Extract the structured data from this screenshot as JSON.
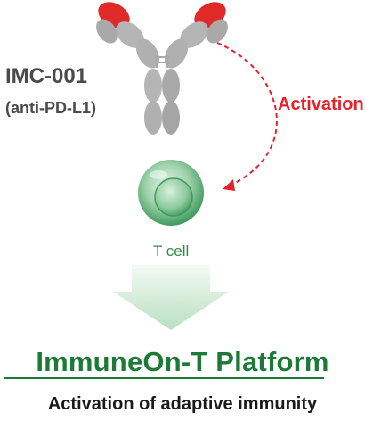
{
  "antibody": {
    "name": "IMC-001",
    "subname": "(anti-PD-L1)"
  },
  "arrow_label": "Activation",
  "cell_label": "T cell",
  "platform_title": "ImmuneOn-T Platform",
  "subtitle": "Activation of adaptive immunity",
  "colors": {
    "antibody_gray": "#b5b5b5",
    "antibody_tip_red": "#e02a2a",
    "activation_red": "#e8202a",
    "cell_green": "#6fbf85",
    "arrow_green": "#c9e6cf",
    "platform_green": "#1c7a36"
  }
}
